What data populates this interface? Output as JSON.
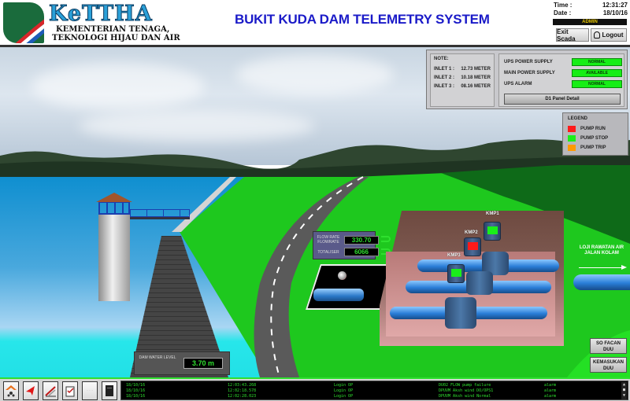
{
  "header": {
    "brand": "KeTTHA",
    "ministry_line1": "KEMENTERIAN TENAGA,",
    "ministry_line2": "TEKNOLOGI HIJAU DAN AIR",
    "title": "BUKIT KUDA DAM TELEMETRY SYSTEM",
    "time_label": "Time :",
    "time_value": "12:31:27",
    "date_label": "Date :",
    "date_value": "18/10/16",
    "alarm_text": "ADMIN",
    "exit_button": "Exit Scada",
    "logout_button": "Logout"
  },
  "note": {
    "title": "NOTE:",
    "inlets": [
      {
        "label": "INLET 1 :",
        "value": "12.73 METER"
      },
      {
        "label": "INLET 2 :",
        "value": "10.18 METER"
      },
      {
        "label": "INLET 3 :",
        "value": "08.16 METER"
      }
    ]
  },
  "power_status": {
    "rows": [
      {
        "label": "UPS POWER SUPPLY",
        "value": "NORMAL"
      },
      {
        "label": "MAIN POWER SUPPLY",
        "value": "AVAILABLE"
      },
      {
        "label": "UPS ALARM",
        "value": "NORMAL"
      }
    ],
    "detail_button": "D1 Panel Detail",
    "status_color": "#16ee16"
  },
  "legend": {
    "title": "LEGEND",
    "items": [
      {
        "label": "PUMP RUN",
        "color": "#ff1a1a"
      },
      {
        "label": "PUMP STOP",
        "color": "#1aee1a"
      },
      {
        "label": "PUMP TRIP",
        "color": "#ff9a00"
      }
    ]
  },
  "flow": {
    "flowrate_label": "FLOW RATE FLOWRATE",
    "flowrate_value": "330.70",
    "total_label": "TOTALISER",
    "total_value": "6066"
  },
  "level": {
    "label": "DAM WATER LEVEL",
    "value": "3.70 m"
  },
  "pumps": [
    {
      "label": "KMP1",
      "status": "stop",
      "color": "#1aee1a"
    },
    {
      "label": "KMP2",
      "status": "run",
      "color": "#ff1a1a"
    },
    {
      "label": "KMP3",
      "status": "stop",
      "color": "#1aee1a"
    }
  ],
  "outlet": {
    "label": "LOJI RAWATAN AIR JALAN KOLAM"
  },
  "side_buttons": [
    {
      "label": "SO FACAN DUU"
    },
    {
      "label": "KEMASUKAN DUU"
    }
  ],
  "toolbar": [
    {
      "icon": "home-icon"
    },
    {
      "icon": "alarm-icon"
    },
    {
      "icon": "trend-icon"
    },
    {
      "icon": "report-icon"
    },
    {
      "icon": "blank-icon"
    },
    {
      "icon": "printer-icon"
    }
  ],
  "event_log": {
    "dates": [
      "18/10/16",
      "18/10/16",
      "18/10/16"
    ],
    "times": [
      "12:03:43.268",
      "12:02:18.578",
      "12:02:28.023"
    ],
    "users": [
      "Login OP",
      "Login OP",
      "Login OP"
    ],
    "events": [
      "DU02 FLOW pump failure",
      "DPUVM Aksh wind DO/OPS1",
      "DPUVM Aksh wind Normal"
    ],
    "status": [
      "alarm",
      "alarm",
      "alarm"
    ]
  }
}
